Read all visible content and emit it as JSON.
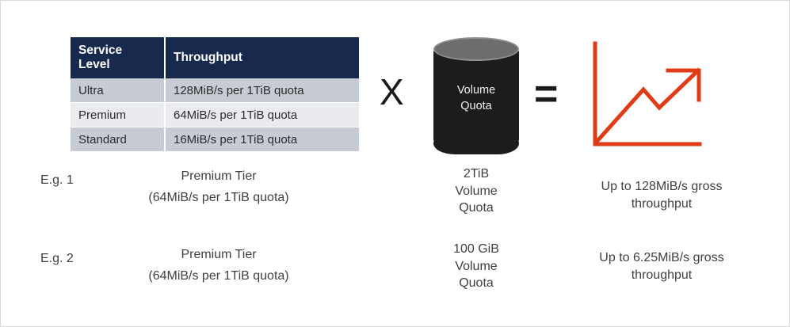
{
  "table": {
    "headers": [
      "Service Level",
      "Throughput"
    ],
    "header_lines": {
      "col1_line1": "Service",
      "col1_line2": "Level",
      "col2": "Throughput"
    },
    "rows": [
      {
        "level": "Ultra",
        "throughput": "128MiB/s per 1TiB quota"
      },
      {
        "level": "Premium",
        "throughput": "64MiB/s per 1TiB quota"
      },
      {
        "level": "Standard",
        "throughput": "16MiB/s per 1TiB quota"
      }
    ]
  },
  "operators": {
    "multiply": "X",
    "equals": "="
  },
  "cylinder": {
    "label_line1": "Volume",
    "label_line2": "Quota"
  },
  "examples": [
    {
      "label": "E.g. 1",
      "tier_line1": "Premium Tier",
      "tier_line2": "(64MiB/s per 1TiB quota)",
      "quota_line1": "2TiB",
      "quota_line2": "Volume",
      "quota_line3": "Quota",
      "result_line1": "Up to 128MiB/s gross",
      "result_line2": "throughput"
    },
    {
      "label": "E.g. 2",
      "tier_line1": "Premium Tier",
      "tier_line2": "(64MiB/s per 1TiB quota)",
      "quota_line1": "100 GiB",
      "quota_line2": "Volume",
      "quota_line3": "Quota",
      "result_line1": "Up to 6.25MiB/s gross",
      "result_line2": "throughput"
    }
  ],
  "colors": {
    "table_header_bg": "#17294d",
    "row_shade_dark": "#c7cbd3",
    "row_shade_light": "#e9ebee",
    "cylinder_body": "#1c1c1c",
    "cylinder_top": "#6d6d6d",
    "chart_accent": "#e03c18",
    "text": "#3f3f3f",
    "border": "#d9d9d9"
  },
  "icons": {
    "chart": "growth-line-chart-icon",
    "cylinder": "database-cylinder-icon"
  }
}
